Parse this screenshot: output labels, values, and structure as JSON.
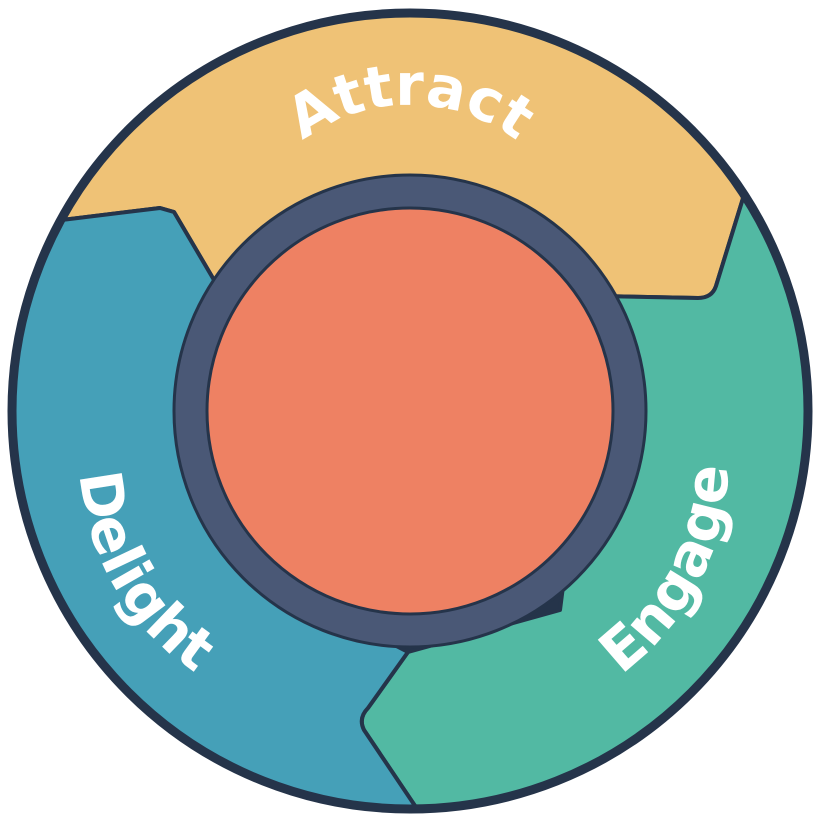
{
  "colors": {
    "background": "#ffffff",
    "outline": "#25344a",
    "attract": "#efc276",
    "engage": "#52b9a3",
    "delight": "#45a0b8",
    "inner_ring": "#4a5876",
    "core": "#ee8163",
    "label": "#ffffff"
  },
  "segments": {
    "attract": {
      "label": "Attract"
    },
    "engage": {
      "label": "Engage"
    },
    "delight": {
      "label": "Delight"
    }
  }
}
